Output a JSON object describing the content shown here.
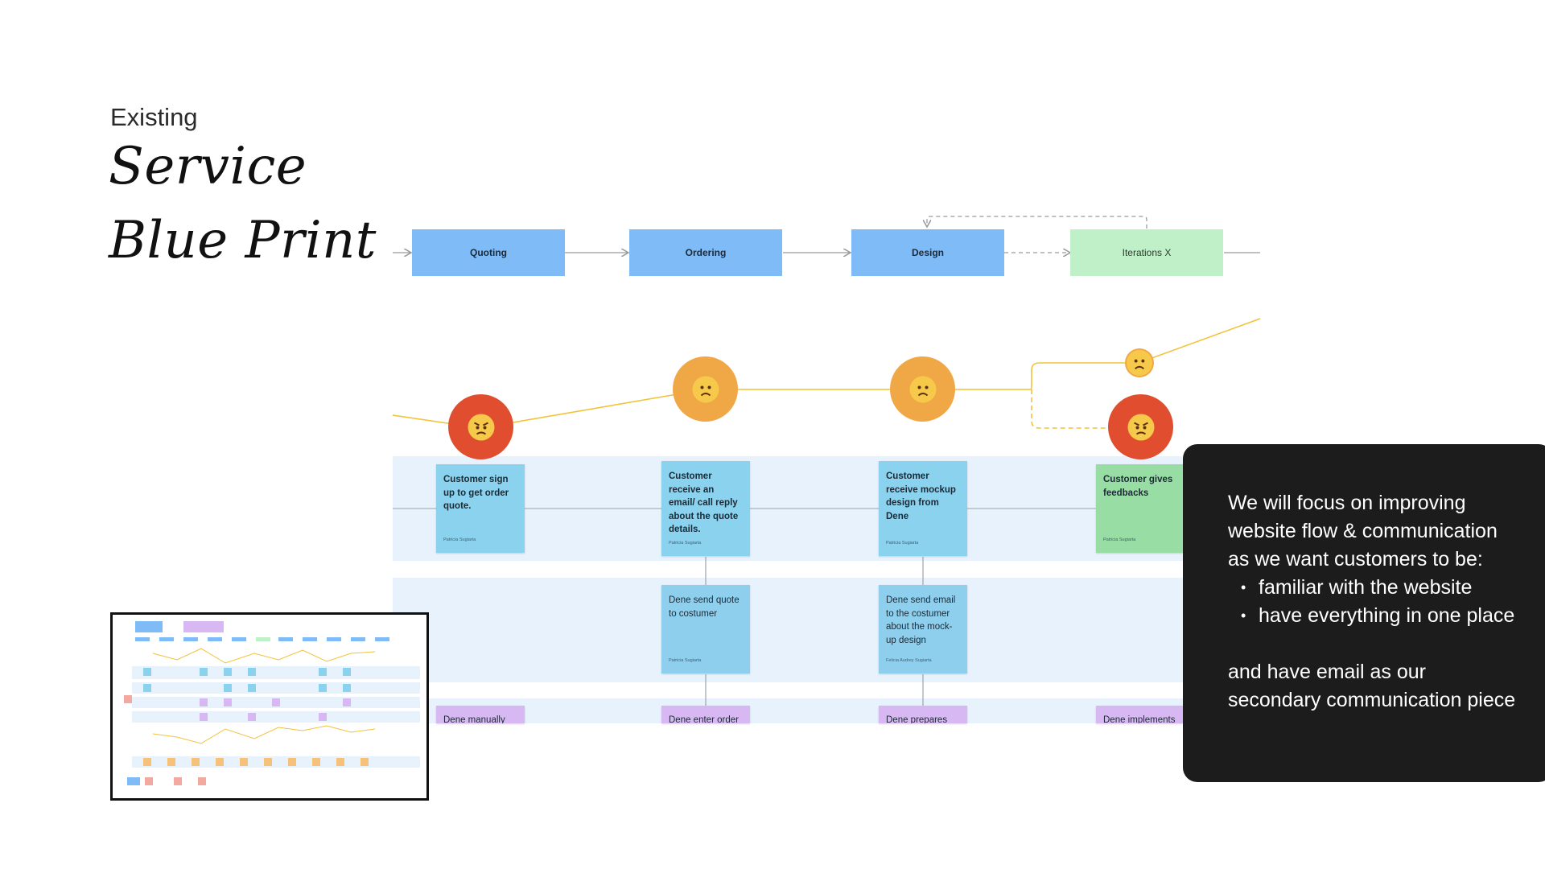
{
  "title": {
    "eyebrow": "Existing",
    "line1": "Service",
    "line2": "Blue Print"
  },
  "stages": [
    "Quoting",
    "Ordering",
    "Design",
    "Iterations X"
  ],
  "customer_actions": [
    {
      "text": "Customer sign up to get order quote.",
      "author": "Patricia Sugiarta"
    },
    {
      "text": "Customer receive an email/ call reply about the quote details.",
      "author": "Patricia Sugiarta"
    },
    {
      "text": "Customer receive mockup design from Dene",
      "author": "Patricia Sugiarta"
    },
    {
      "text": "Customer gives feedbacks",
      "author": "Patricia Sugiarta"
    }
  ],
  "frontstage_actions": [
    {
      "text": "Dene send quote to costumer",
      "author": "Patricia Sugiarta"
    },
    {
      "text": "Dene send email to the costumer about the mock-up design",
      "author": "Felicia Audrey Sugiarta"
    }
  ],
  "backstage_actions": [
    "Dene manually",
    "Dene enter order",
    "Dene prepares",
    "Dene implements"
  ],
  "emotions": [
    {
      "stage": "Quoting",
      "mood": "angry",
      "color": "#e04e2f"
    },
    {
      "stage": "Ordering",
      "mood": "sad",
      "color": "#f0a846"
    },
    {
      "stage": "Design",
      "mood": "sad",
      "color": "#f0a846"
    },
    {
      "stage": "Iterations X",
      "mood": "sad",
      "color": "#f0a846"
    },
    {
      "stage": "Iterations X",
      "mood": "angry",
      "color": "#e04e2f"
    }
  ],
  "callout": {
    "intro_lines": [
      "We will focus on improving",
      "website flow & communication",
      "as we want customers to be:"
    ],
    "bullets": [
      "familiar with the website",
      "have everything in one place"
    ],
    "outro_lines": [
      "and have email as our",
      "secondary communication piece"
    ]
  },
  "thumbnail": {
    "label": "blueprint-overview-thumbnail"
  }
}
